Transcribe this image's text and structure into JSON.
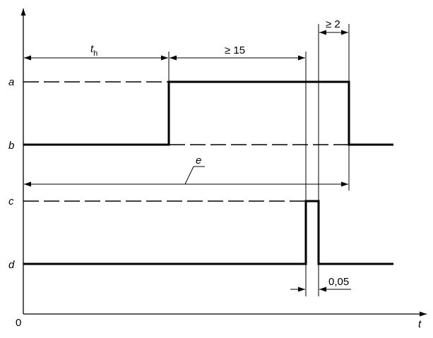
{
  "diagram": {
    "axis": {
      "origin_label": "0",
      "x_label": "t"
    },
    "levels": {
      "a": "a",
      "b": "b",
      "c": "c",
      "d": "d"
    },
    "dimensions": {
      "th_main": "t",
      "th_sub": "h",
      "min_15": "≥ 15",
      "min_2": "≥ 2",
      "e": "e",
      "pulse_width": "0,05"
    }
  }
}
